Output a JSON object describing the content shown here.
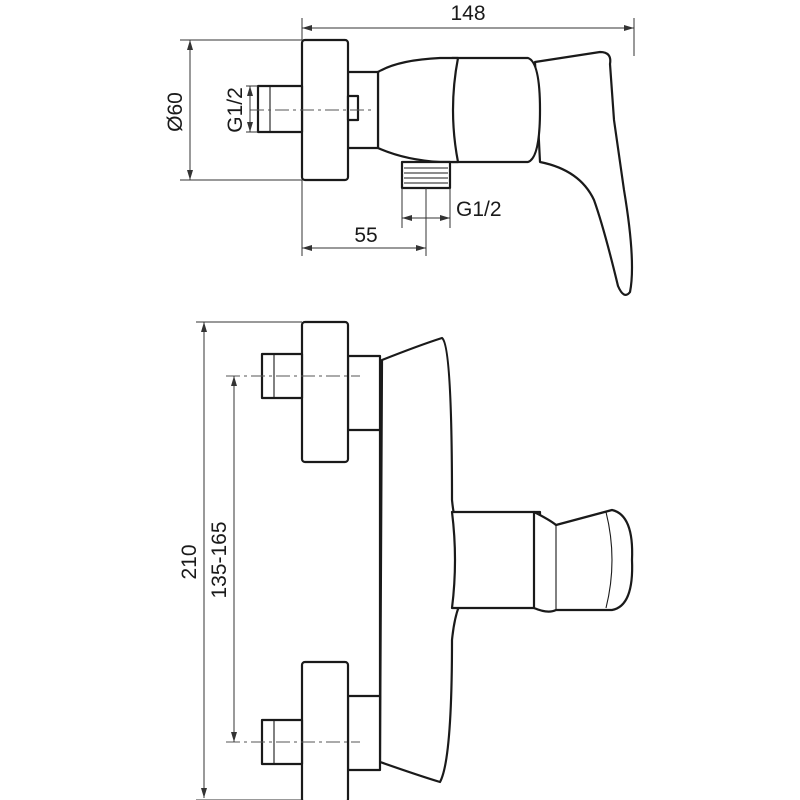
{
  "top_view": {
    "dim_width": "148",
    "dim_diameter": "Ø60",
    "dim_inlet_thread": "G1/2",
    "dim_outlet_thread": "G1/2",
    "dim_outlet_offset": "55"
  },
  "front_view": {
    "dim_height": "210",
    "dim_centers": "135-165"
  }
}
